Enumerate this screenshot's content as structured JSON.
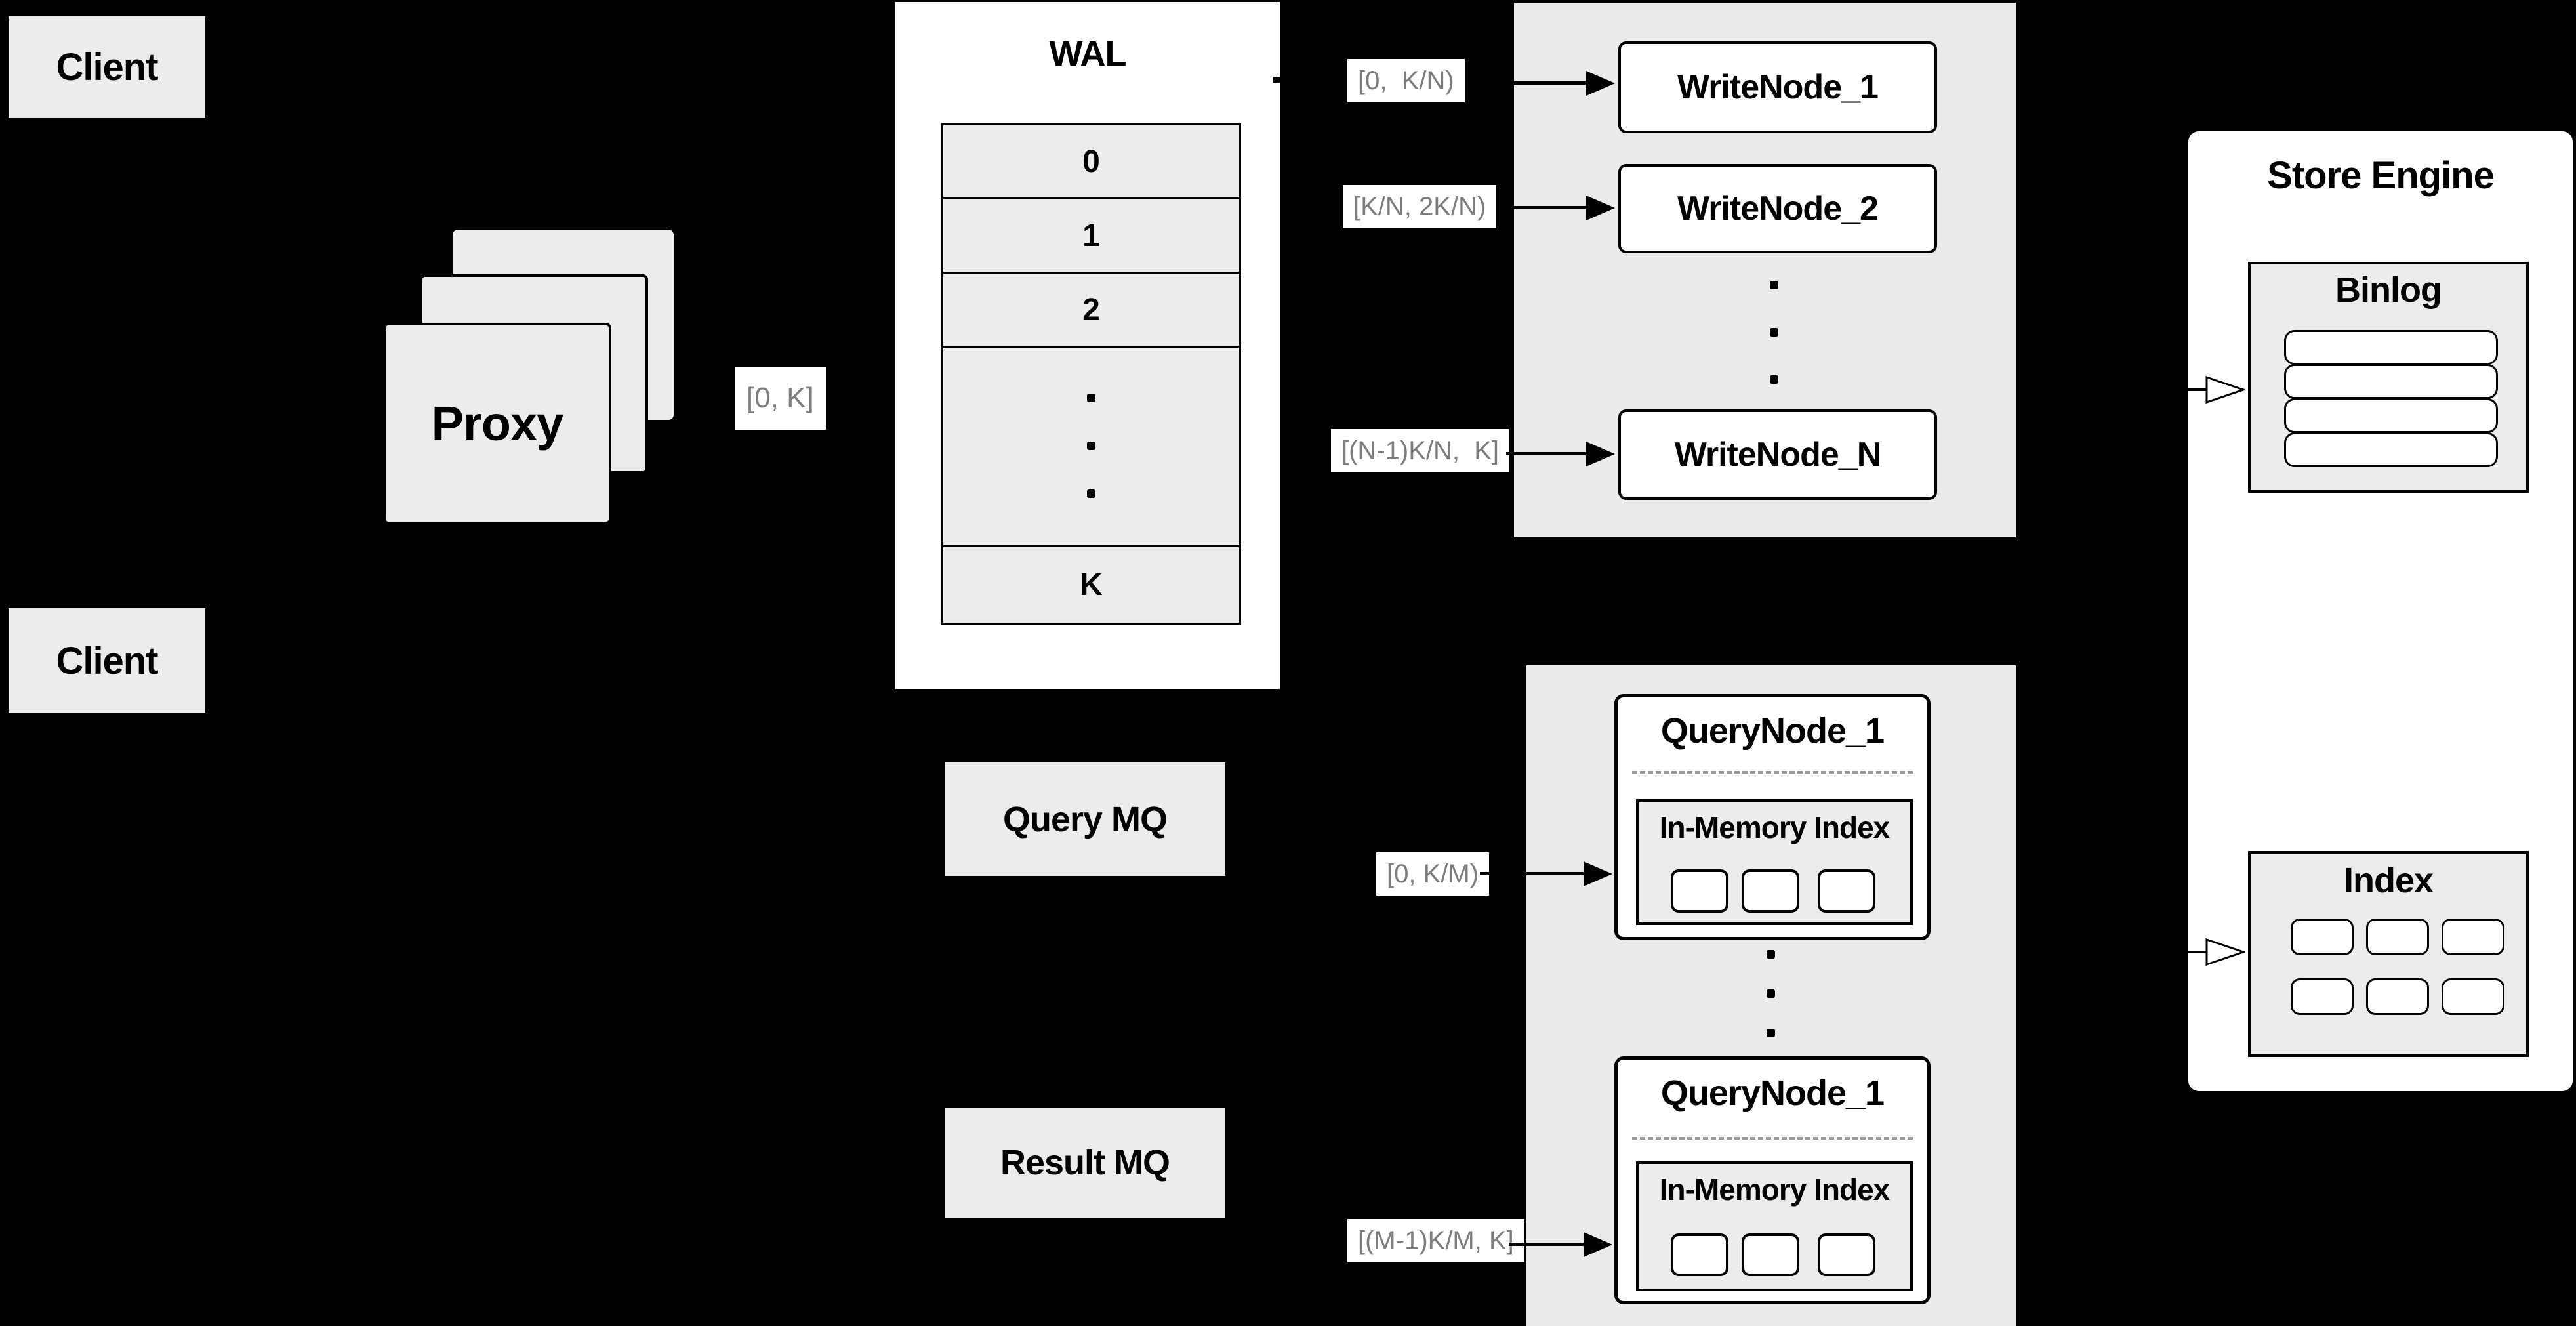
{
  "colors": {
    "background": "#000000",
    "box_fill": "#ececec",
    "node_fill": "#ffffff",
    "line": "#000000",
    "label_text": "#7d7d7d",
    "divider_dash": "#9a9a9a"
  },
  "clients": {
    "top": "Client",
    "bottom": "Client"
  },
  "proxy": {
    "label": "Proxy"
  },
  "wal": {
    "title": "WAL",
    "slot_0": "0",
    "slot_1": "1",
    "slot_2": "2",
    "slot_last": "K"
  },
  "range_labels": {
    "proxy": "[0, K]",
    "write_1": "[0,  K/N)",
    "write_2": "[K/N, 2K/N)",
    "write_n": "[(N-1)K/N,  K]",
    "query_1": "[0, K/M)",
    "query_m": "[(M-1)K/M, K]"
  },
  "write_nodes": {
    "n1": "WriteNode_1",
    "n2": "WriteNode_2",
    "nn": "WriteNode_N"
  },
  "query_nodes": {
    "top_title": "QueryNode_1",
    "bottom_title": "QueryNode_1",
    "inner_title": "In-Memory Index"
  },
  "mq": {
    "query": "Query MQ",
    "result": "Result MQ"
  },
  "store": {
    "title": "Store Engine",
    "binlog_title": "Binlog",
    "index_title": "Index"
  },
  "icons": {
    "solid_arrow": "arrow-right-solid",
    "hollow_arrow": "arrow-right-hollow",
    "ellipsis": "vertical-dots"
  }
}
